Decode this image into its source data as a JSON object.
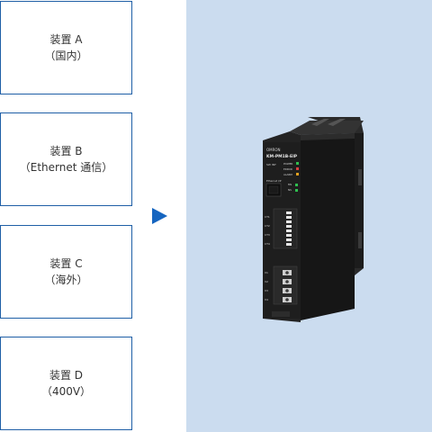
{
  "devices": [
    {
      "name": "装置 A",
      "note": "（国内）"
    },
    {
      "name": "装置 B",
      "note": "（Ethernet 通信）"
    },
    {
      "name": "装置 C",
      "note": "（海外）"
    },
    {
      "name": "装置 D",
      "note": "（400V）"
    }
  ],
  "arrow_icon": "play-triangle-icon",
  "colors": {
    "box_border": "#1f5fa6",
    "arrow": "#1565c0",
    "panel_bg": "#cbdcef"
  },
  "product": {
    "brand": "OMRON",
    "model": "KM-PM1B-EIP",
    "indicators": [
      "POWER",
      "ERROR",
      "ALARM"
    ],
    "sw_label": "SW INT",
    "port_label": "Ethernet I/P",
    "port_leds": [
      "MS",
      "NS"
    ],
    "ct_labels": [
      "CT1",
      "CT2",
      "CT3",
      "CT4"
    ],
    "v_labels": [
      "V1",
      "V2",
      "V3",
      "V4"
    ]
  }
}
